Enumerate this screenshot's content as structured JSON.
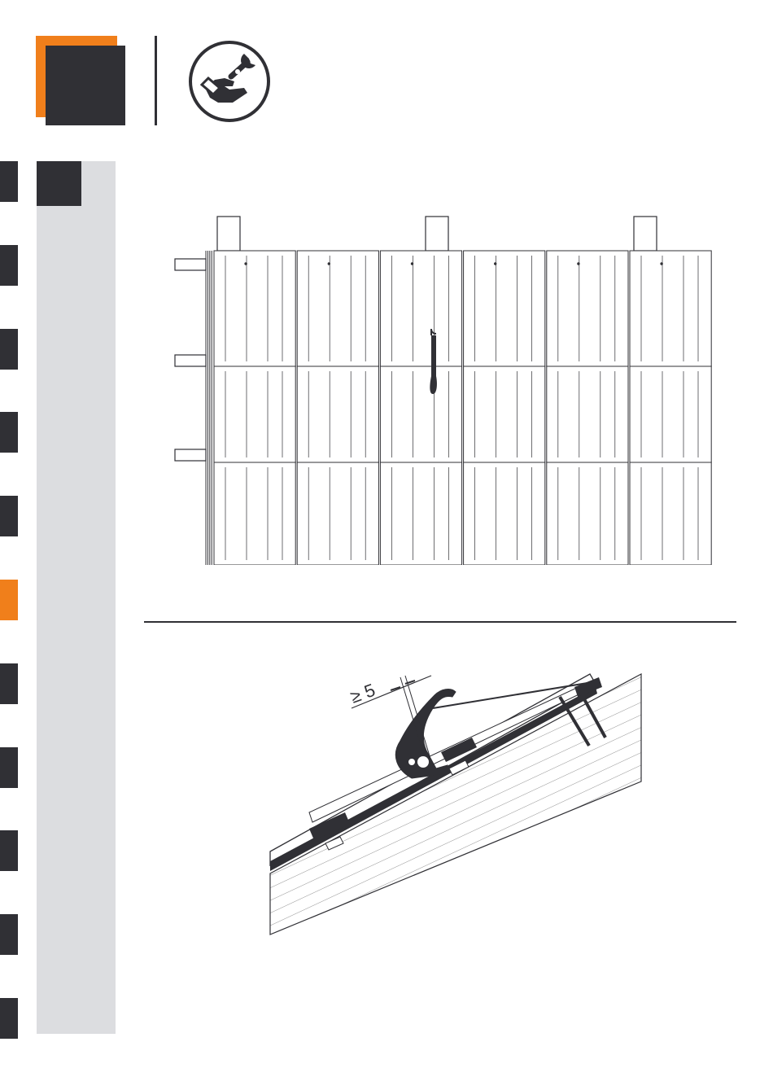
{
  "colors": {
    "accent": "#f07f1b",
    "dark": "#303035",
    "panel": "#dcdde0"
  },
  "header": {
    "icon": "hand-wrench-icon"
  },
  "edge_tabs": {
    "count": 11,
    "active_index": 5
  },
  "front_view": {
    "tile_columns": 6,
    "tile_rows": 3,
    "battens": 3,
    "chimneys": 3
  },
  "section_view": {
    "clearance_label": "≥ 5"
  }
}
